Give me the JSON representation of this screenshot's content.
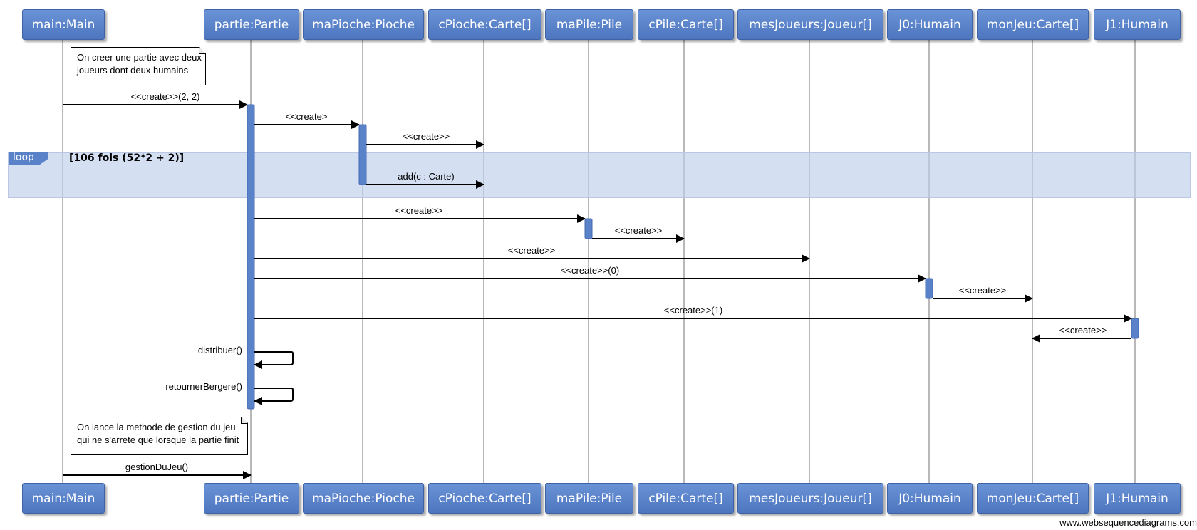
{
  "participants": [
    {
      "id": "main",
      "label": "main:Main"
    },
    {
      "id": "partie",
      "label": "partie:Partie"
    },
    {
      "id": "maPioche",
      "label": "maPioche:Pioche"
    },
    {
      "id": "cPioche",
      "label": "cPioche:Carte[]"
    },
    {
      "id": "maPile",
      "label": "maPile:Pile"
    },
    {
      "id": "cPile",
      "label": "cPile:Carte[]"
    },
    {
      "id": "mesJoueurs",
      "label": "mesJoueurs:Joueur[]"
    },
    {
      "id": "J0",
      "label": "J0:Humain"
    },
    {
      "id": "monJeu",
      "label": "monJeu:Carte[]"
    },
    {
      "id": "J1",
      "label": "J1:Humain"
    }
  ],
  "notes": [
    {
      "lines": [
        "On creer une partie avec deux",
        "joueurs dont deux humains"
      ]
    },
    {
      "lines": [
        "On lance la methode de gestion du jeu",
        "qui ne s'arrete que lorsque la partie finit"
      ]
    }
  ],
  "loop": {
    "tag": "loop",
    "guard": "[106 fois (52*2 + 2)]"
  },
  "messages": [
    {
      "from": "main",
      "to": "partie",
      "label": "<<create>>(2, 2)"
    },
    {
      "from": "partie",
      "to": "maPioche",
      "label": "<<create>"
    },
    {
      "from": "maPioche",
      "to": "cPioche",
      "label": "<<create>>"
    },
    {
      "from": "maPioche",
      "to": "cPioche",
      "label": "add(c : Carte)"
    },
    {
      "from": "partie",
      "to": "maPile",
      "label": "<<create>>"
    },
    {
      "from": "maPile",
      "to": "cPile",
      "label": "<<create>>"
    },
    {
      "from": "partie",
      "to": "mesJoueurs",
      "label": "<<create>>"
    },
    {
      "from": "partie",
      "to": "J0",
      "label": "<<create>>(0)"
    },
    {
      "from": "J0",
      "to": "monJeu",
      "label": "<<create>>"
    },
    {
      "from": "partie",
      "to": "J1",
      "label": "<<create>>(1)"
    },
    {
      "from": "J1",
      "to": "monJeu",
      "label": "<<create>>"
    },
    {
      "from": "partie",
      "to": "partie",
      "label": "distribuer()"
    },
    {
      "from": "partie",
      "to": "partie",
      "label": "retournerBergere()"
    },
    {
      "from": "main",
      "to": "partie",
      "label": "gestionDuJeu()"
    }
  ],
  "watermark": "www.websequencediagrams.com",
  "colors": {
    "box": "#5a82c8",
    "activation": "#5a82c8",
    "loop_bg": "#d3ddf0",
    "lifeline": "#888888"
  }
}
